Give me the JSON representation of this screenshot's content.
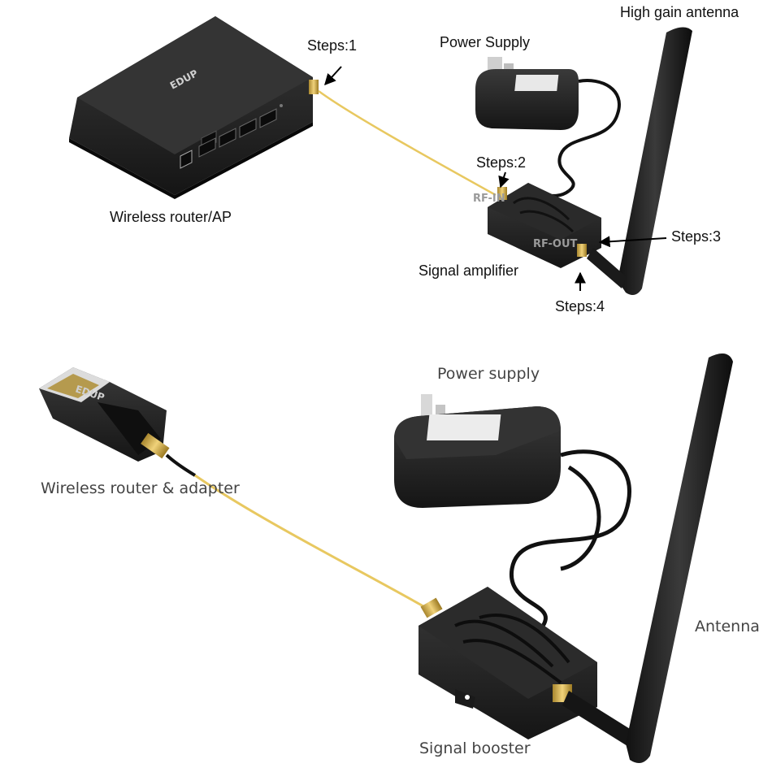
{
  "top_panel": {
    "labels": {
      "antenna": "High gain antenna",
      "power_supply": "Power Supply",
      "router": "Wireless router/AP",
      "amplifier": "Signal amplifier",
      "step1": "Steps:1",
      "step2": "Steps:2",
      "step3": "Steps:3",
      "step4": "Steps:4"
    },
    "device_text": {
      "rf_in": "RF-IN",
      "rf_out": "RF-OUT",
      "brand": "EDUP"
    }
  },
  "bottom_panel": {
    "labels": {
      "power_supply": "Power supply",
      "adapter": "Wireless router & adapter",
      "antenna": "Antenna",
      "booster": "Signal booster"
    },
    "device_text": {
      "brand": "EDUP"
    }
  },
  "colors": {
    "device_body": "#1f1f1f",
    "cable_gold": "#e8c860",
    "connector_gold": "#c9a64a"
  }
}
